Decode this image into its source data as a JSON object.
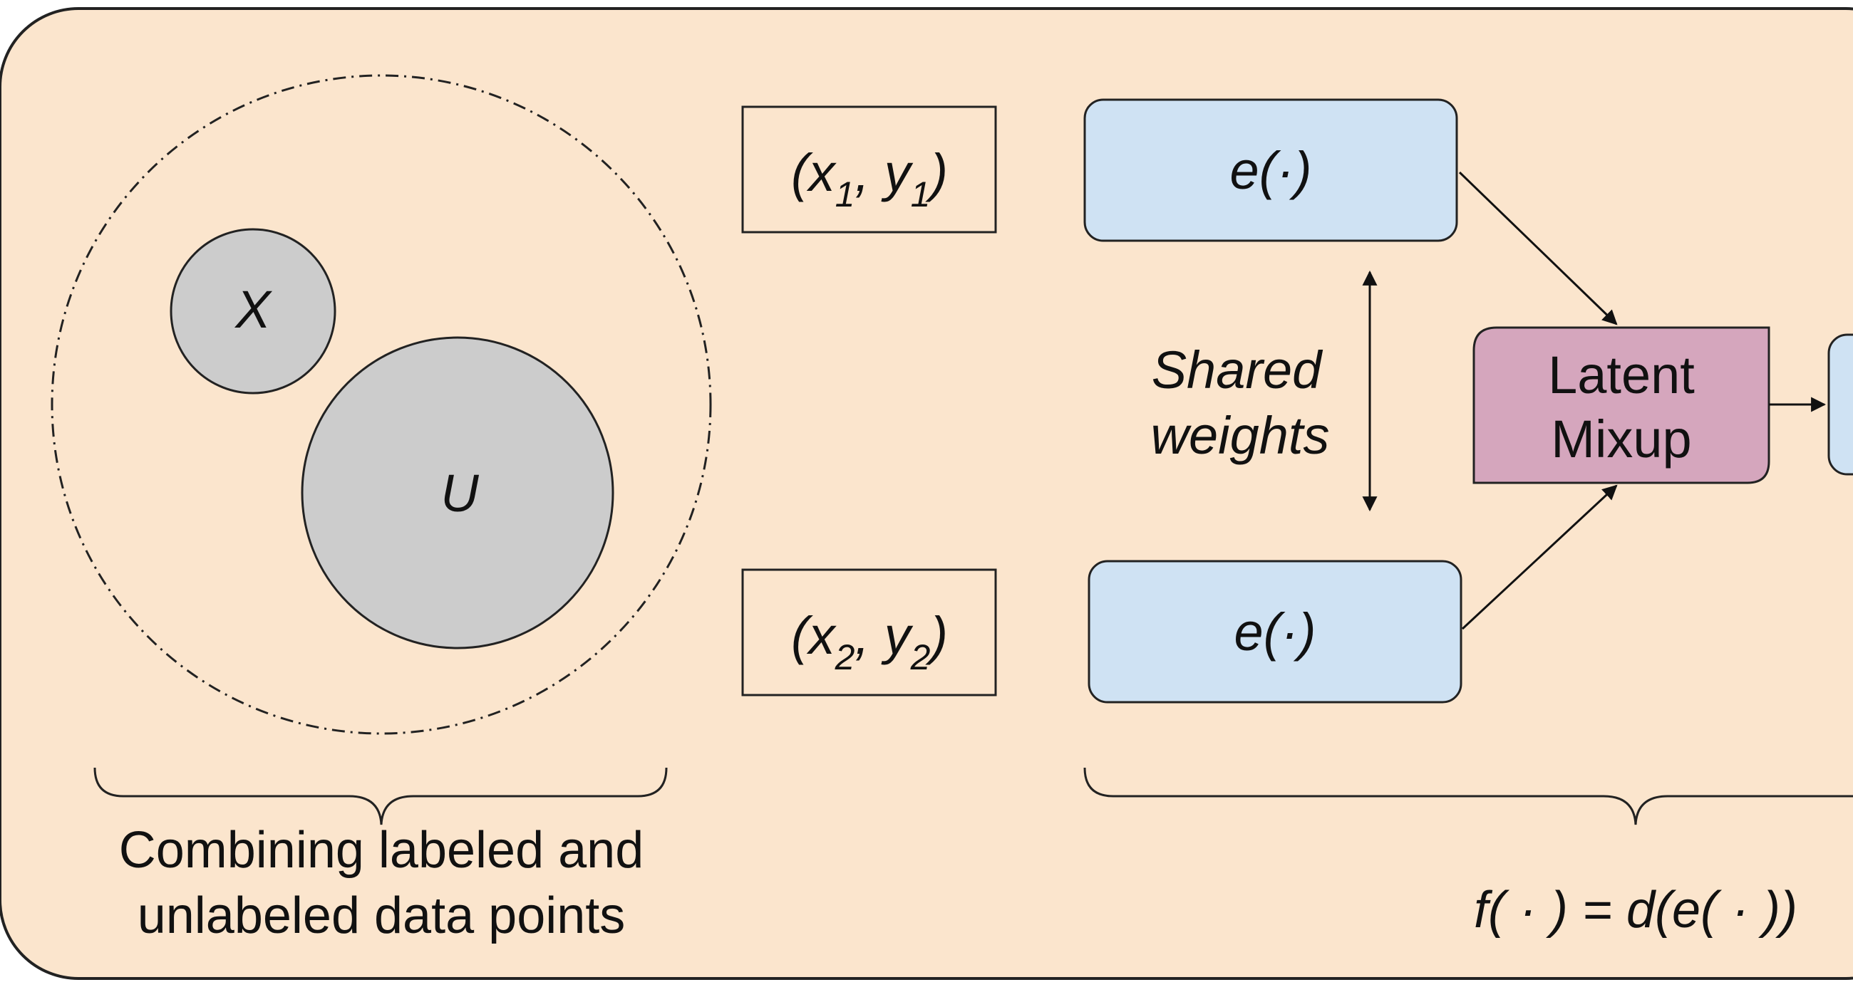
{
  "colors": {
    "panel_fill": "#fbe5cd",
    "encoder_fill": "#cfe2f3",
    "mixup_fill": "#d5a6bd",
    "set_fill": "#cccccc",
    "stroke": "#222222"
  },
  "sets": {
    "labeled": "X",
    "unlabeled": "U"
  },
  "pairs": {
    "pair1": {
      "x": "x",
      "x_sub": "1",
      "y": "y",
      "y_sub": "1"
    },
    "pair2": {
      "x": "x",
      "x_sub": "2",
      "y": "y",
      "y_sub": "2"
    }
  },
  "encoder": {
    "top": "e(·)",
    "bottom": "e(·)"
  },
  "shared_weights": {
    "line1": "Shared",
    "line2": "weights"
  },
  "mixup": {
    "line1": "Latent",
    "line2": "Mixup"
  },
  "captions": {
    "combine_line1": "Combining labeled and",
    "combine_line2": "unlabeled data points",
    "formula": "f( · ) = d(e( · ))"
  }
}
